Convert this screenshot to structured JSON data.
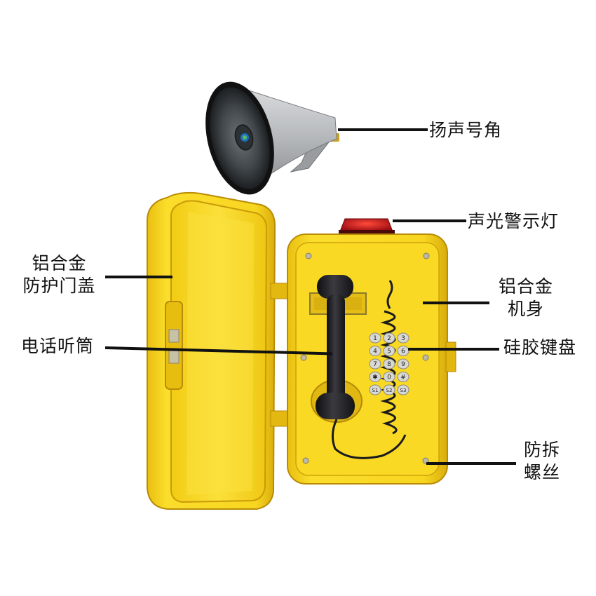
{
  "labels": {
    "speaker_horn": "扬声号角",
    "warning_light": "声光警示灯",
    "door_cover": [
      "铝合金",
      "防护门盖"
    ],
    "body": [
      "铝合金",
      "机身"
    ],
    "handset": "电话听筒",
    "keypad": "硅胶键盘",
    "screw": [
      "防拆",
      "螺丝"
    ]
  },
  "keypad_keys": [
    "1",
    "2",
    "3",
    "4",
    "5",
    "6",
    "7",
    "8",
    "9",
    "✱",
    "0",
    "#",
    "S1",
    "S2",
    "S3"
  ],
  "colors": {
    "housing_yellow": "#f6d21a",
    "housing_shadow": "#d4a90c",
    "handset_black": "#1e1e22",
    "horn_grey": "#b9bcbf",
    "horn_dark": "#2e3236",
    "light_red": "#c4161c",
    "leader_line": "#111111"
  }
}
